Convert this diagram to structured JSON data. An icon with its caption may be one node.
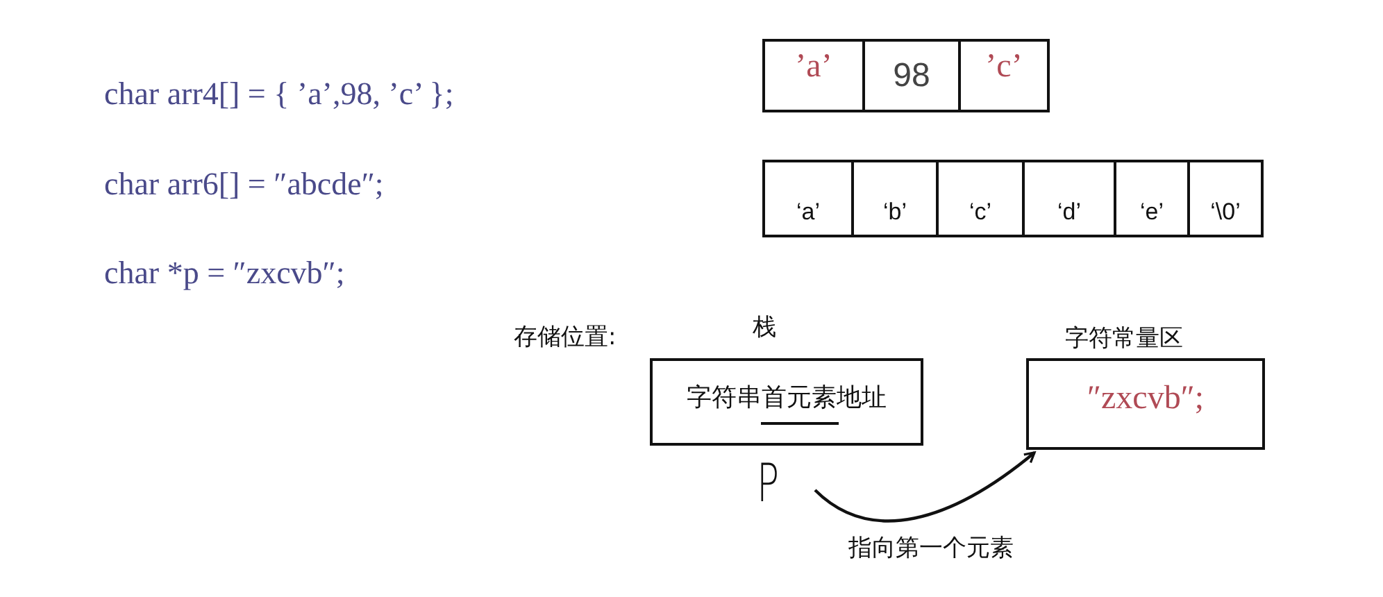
{
  "diagram": {
    "nodes": [
      {
        "text": [
          "’a’"
        ]
      },
      {
        "text": [
          "98"
        ]
      },
      {
        "text": [
          "’c’"
        ]
      },
      {
        "text": [
          "‘a’"
        ]
      },
      {
        "text": [
          "‘b’"
        ]
      },
      {
        "text": [
          "‘c’"
        ]
      },
      {
        "text": [
          "‘d’"
        ]
      },
      {
        "text": [
          "‘e’"
        ]
      },
      {
        "text": [
          "‘\\0’"
        ]
      },
      {
        "text": [
          "栈",
          "字符串首元素地址"
        ]
      },
      {
        "text": [
          "字符常量区",
          "″zxcvb″;"
        ]
      },
      {
        "text": [
          "P"
        ]
      }
    ],
    "edges": [
      {
        "from": 11,
        "to": 10,
        "arrow": "to",
        "label": "指向第一个元素"
      }
    ],
    "labels": [
      "char arr4[] = { ’a’,98, ’c’ };",
      "char arr6[] = ″abcde″;",
      "char *p = ″zxcvb″;",
      "存储位置:"
    ]
  }
}
